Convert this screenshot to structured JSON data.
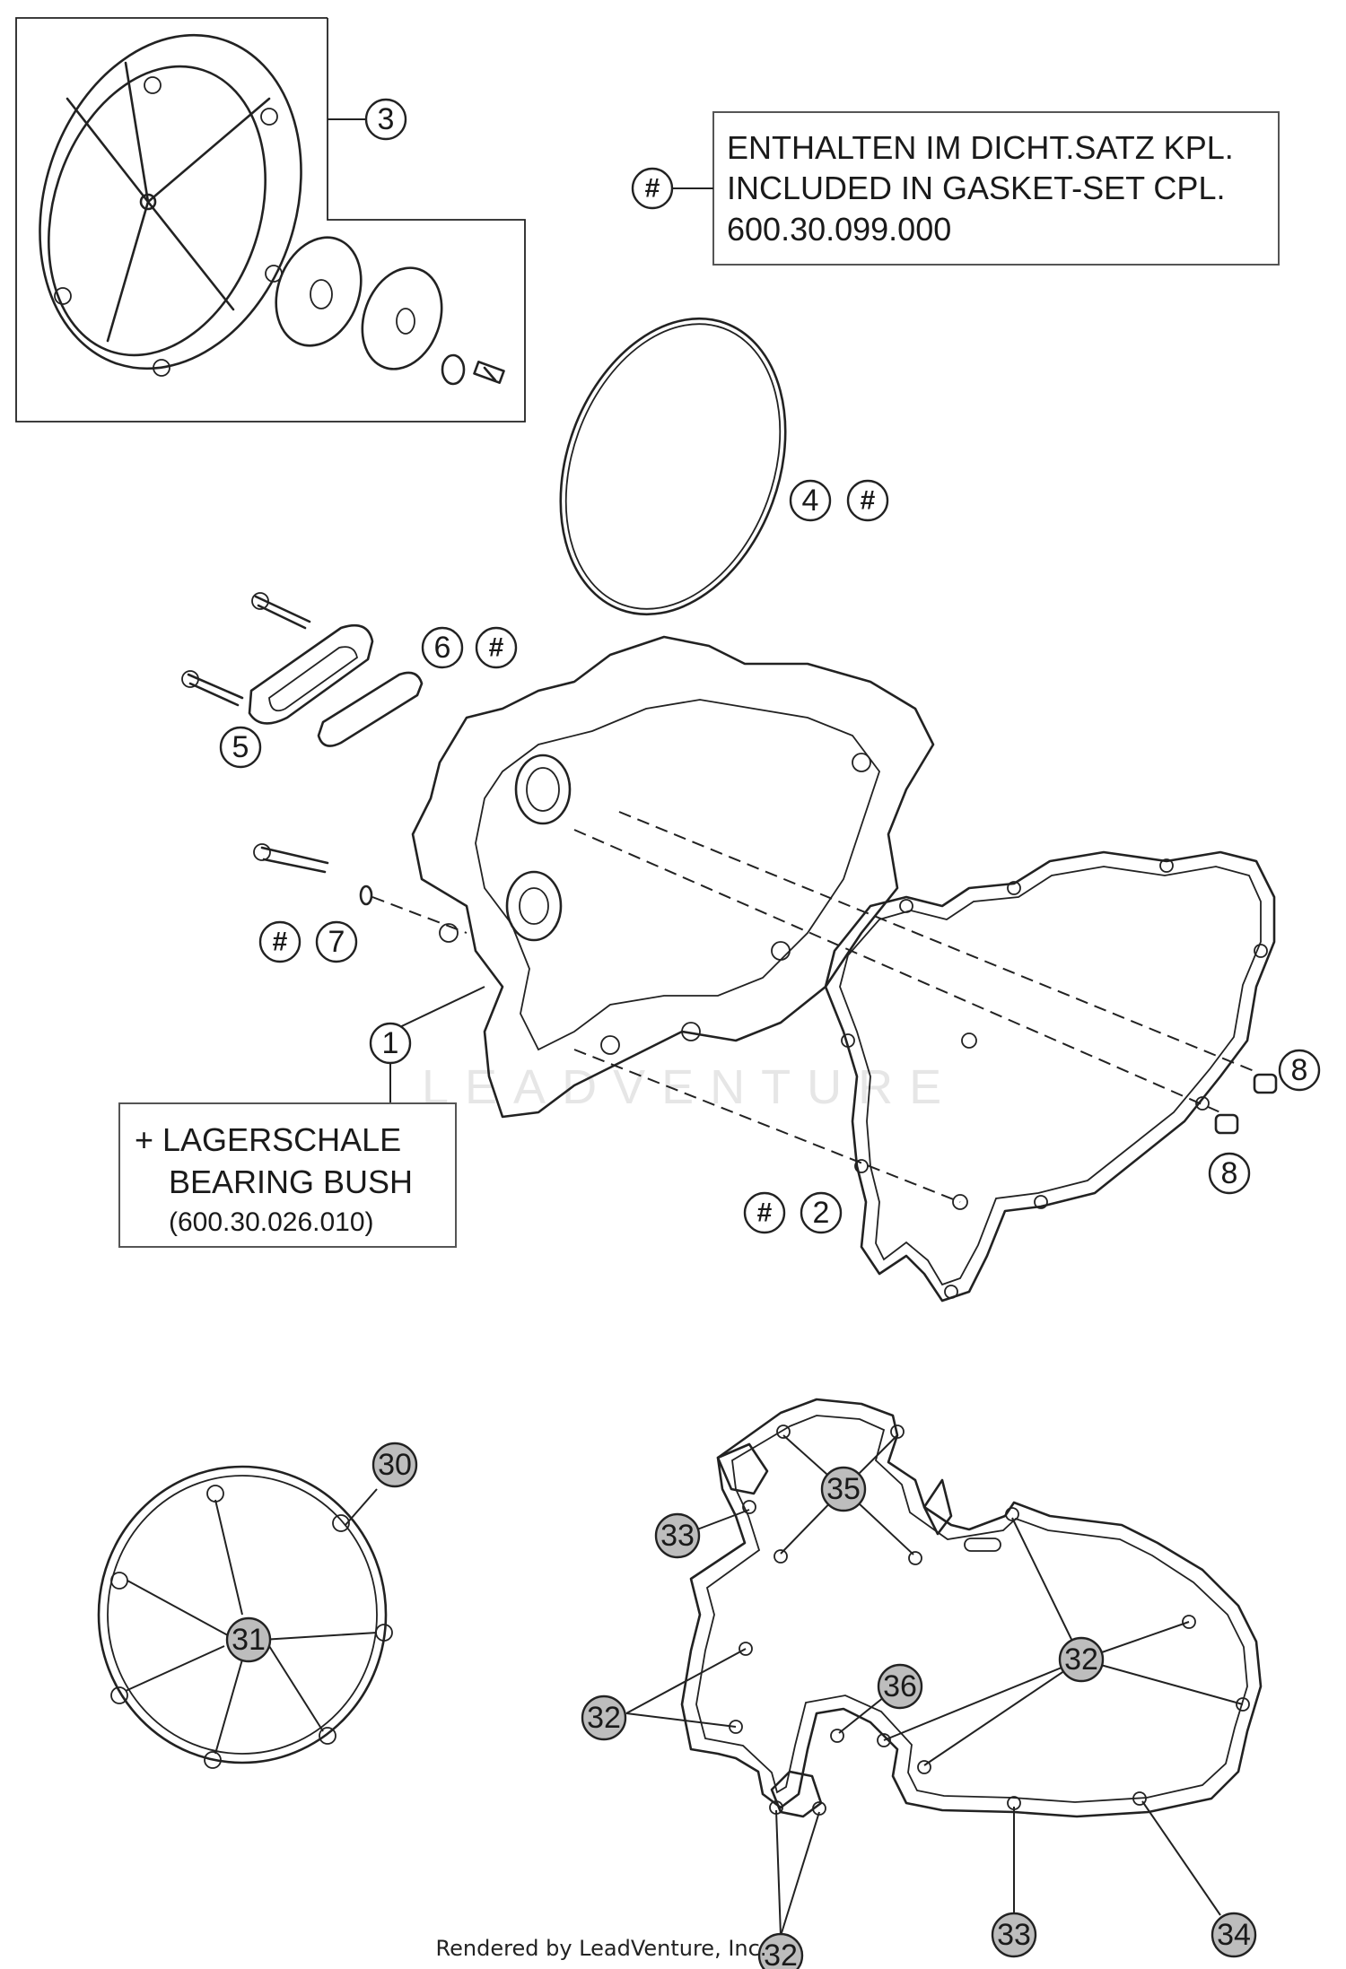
{
  "info_box": {
    "symbol": "#",
    "line1": "ENTHALTEN IM DICHT.SATZ KPL.",
    "line2": "INCLUDED IN GASKET-SET CPL.",
    "line3": "600.30.099.000"
  },
  "note_box": {
    "line1": "+ LAGERSCHALE",
    "line2": "BEARING BUSH",
    "line3": "(600.30.026.010)"
  },
  "callouts": {
    "c1": "1",
    "c2": "2",
    "c3": "3",
    "c4": "4",
    "c5": "5",
    "c6": "6",
    "c7": "7",
    "c8a": "8",
    "c8b": "8",
    "c30": "30",
    "c31": "31",
    "c32a": "32",
    "c32b": "32",
    "c32c": "32",
    "c33a": "33",
    "c33b": "33",
    "c34": "34",
    "c35": "35",
    "c36": "36"
  },
  "hash_symbol": "#",
  "watermark": "LEADVENTURE",
  "footer": "Rendered by LeadVenture, Inc."
}
